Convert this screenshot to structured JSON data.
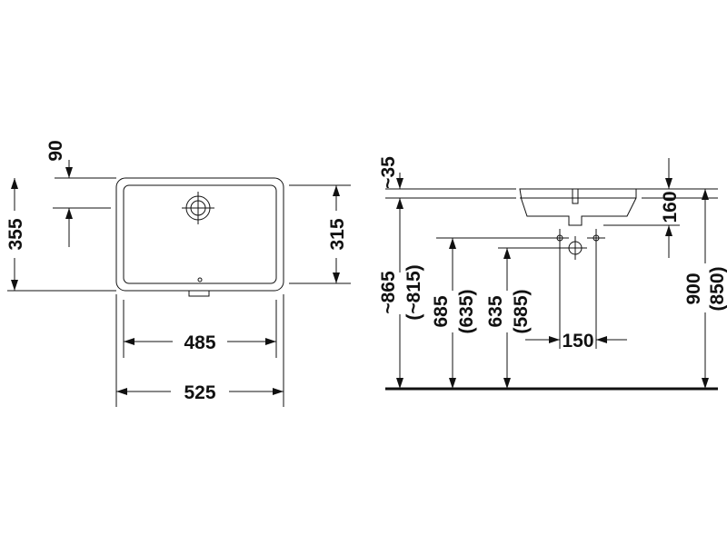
{
  "top_view": {
    "dim_offset": "90",
    "dim_outer_depth": "355",
    "dim_inner_depth": "315",
    "dim_inner_width": "485",
    "dim_outer_width": "525"
  },
  "side_view": {
    "dim_rim": "~35",
    "dim_bowl_depth": "160",
    "dim_rim_height": "~865",
    "dim_rim_height_alt": "(~815)",
    "dim_upper_inlet": "685",
    "dim_upper_inlet_alt": "(635)",
    "dim_lower_inlet": "635",
    "dim_lower_inlet_alt": "(585)",
    "dim_inlet_spacing": "150",
    "dim_total_height": "900",
    "dim_total_height_alt": "(850)"
  },
  "colors": {
    "line": "#111111",
    "background": "#ffffff"
  }
}
